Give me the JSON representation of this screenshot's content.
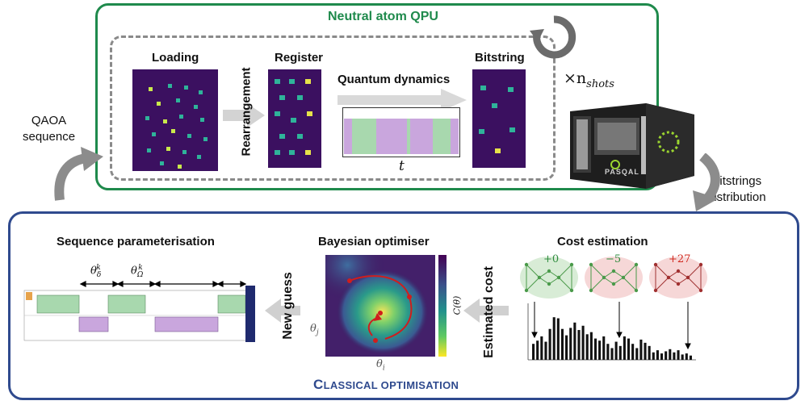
{
  "qpu": {
    "title": "Neutral atom QPU",
    "loading": "Loading",
    "rearrangement": "Rearrangement",
    "register": "Register",
    "quantum_dynamics": "Quantum dynamics",
    "time_symbol": "t",
    "bitstring": "Bitstring",
    "shots_label": "×n",
    "shots_sub": "shots",
    "device_brand": "PASQAL"
  },
  "loop": {
    "qaoa_line1": "QAOA",
    "qaoa_line2": "sequence",
    "bitstrings_line1": "Bitstrings",
    "bitstrings_line2": "distribution"
  },
  "classical": {
    "title_first": "C",
    "title_rest": "LASSICAL OPTIMISATION",
    "sequence_param": "Sequence parameterisation",
    "theta_delta": "θ",
    "theta_delta_sup": "k",
    "theta_delta_sub": "δ",
    "theta_omega": "θ",
    "theta_omega_sup": "k",
    "theta_omega_sub": "Ω",
    "new_guess": "New guess",
    "bayesian": "Bayesian optimiser",
    "theta_j": "θ",
    "theta_j_sub": "j",
    "theta_i": "θ",
    "theta_i_sub": "i",
    "cost_axis": "C(θ)",
    "estimated_cost": "Estimated cost",
    "cost_estimation": "Cost estimation",
    "cost_values": [
      "+0",
      "−5",
      "+27"
    ],
    "cost_colors": [
      "#2e8b3d",
      "#2e8b3d",
      "#d0281e"
    ],
    "histogram_values": [
      0.3,
      0.36,
      0.44,
      0.34,
      0.58,
      0.8,
      0.78,
      0.58,
      0.46,
      0.6,
      0.7,
      0.56,
      0.64,
      0.48,
      0.52,
      0.4,
      0.36,
      0.44,
      0.3,
      0.22,
      0.34,
      0.26,
      0.44,
      0.4,
      0.3,
      0.22,
      0.38,
      0.32,
      0.26,
      0.14,
      0.18,
      0.12,
      0.16,
      0.2,
      0.14,
      0.18,
      0.1,
      0.12,
      0.08
    ]
  },
  "colors": {
    "qpu_green": "#1f8a4c",
    "classical_blue": "#2f4a8e",
    "loop_arrow": "#8c8c8c",
    "red_path": "#d01d1d"
  }
}
